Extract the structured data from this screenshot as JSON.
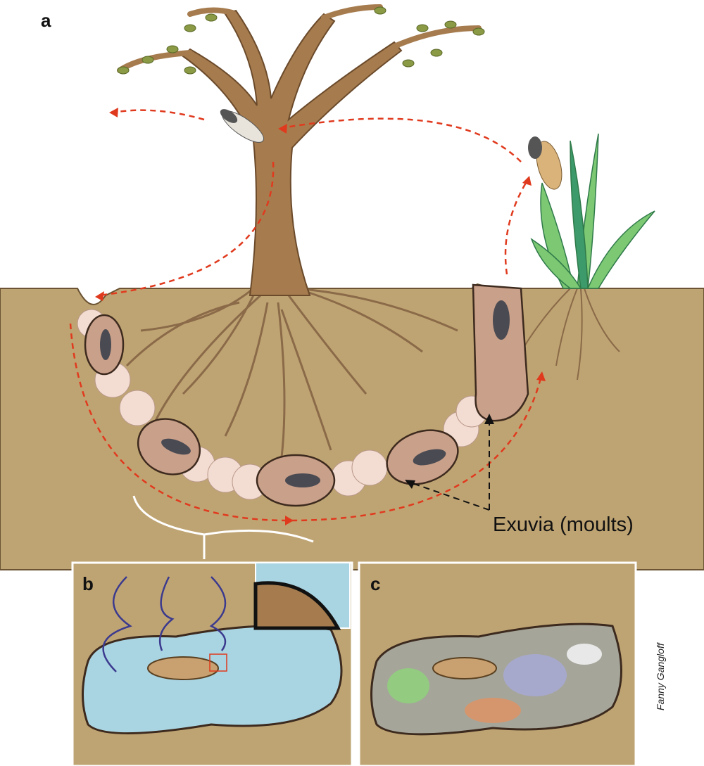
{
  "panels": {
    "a": {
      "label": "a"
    },
    "b": {
      "label": "b"
    },
    "c": {
      "label": "c"
    }
  },
  "annotations": {
    "exuvia": "Exuvia (moults)"
  },
  "credit": "Fanny Gangloff",
  "colors": {
    "soil": "#bfa473",
    "trunk": "#a67c4e",
    "arrow_red": "#e03a1e",
    "chamber": "#c9a08a",
    "segment": "#f3dcd2",
    "water": "#a9d4e2",
    "water_arrow": "#3b3a8e",
    "leaf": "#8a9a45",
    "grass": "#6cbf6a"
  }
}
